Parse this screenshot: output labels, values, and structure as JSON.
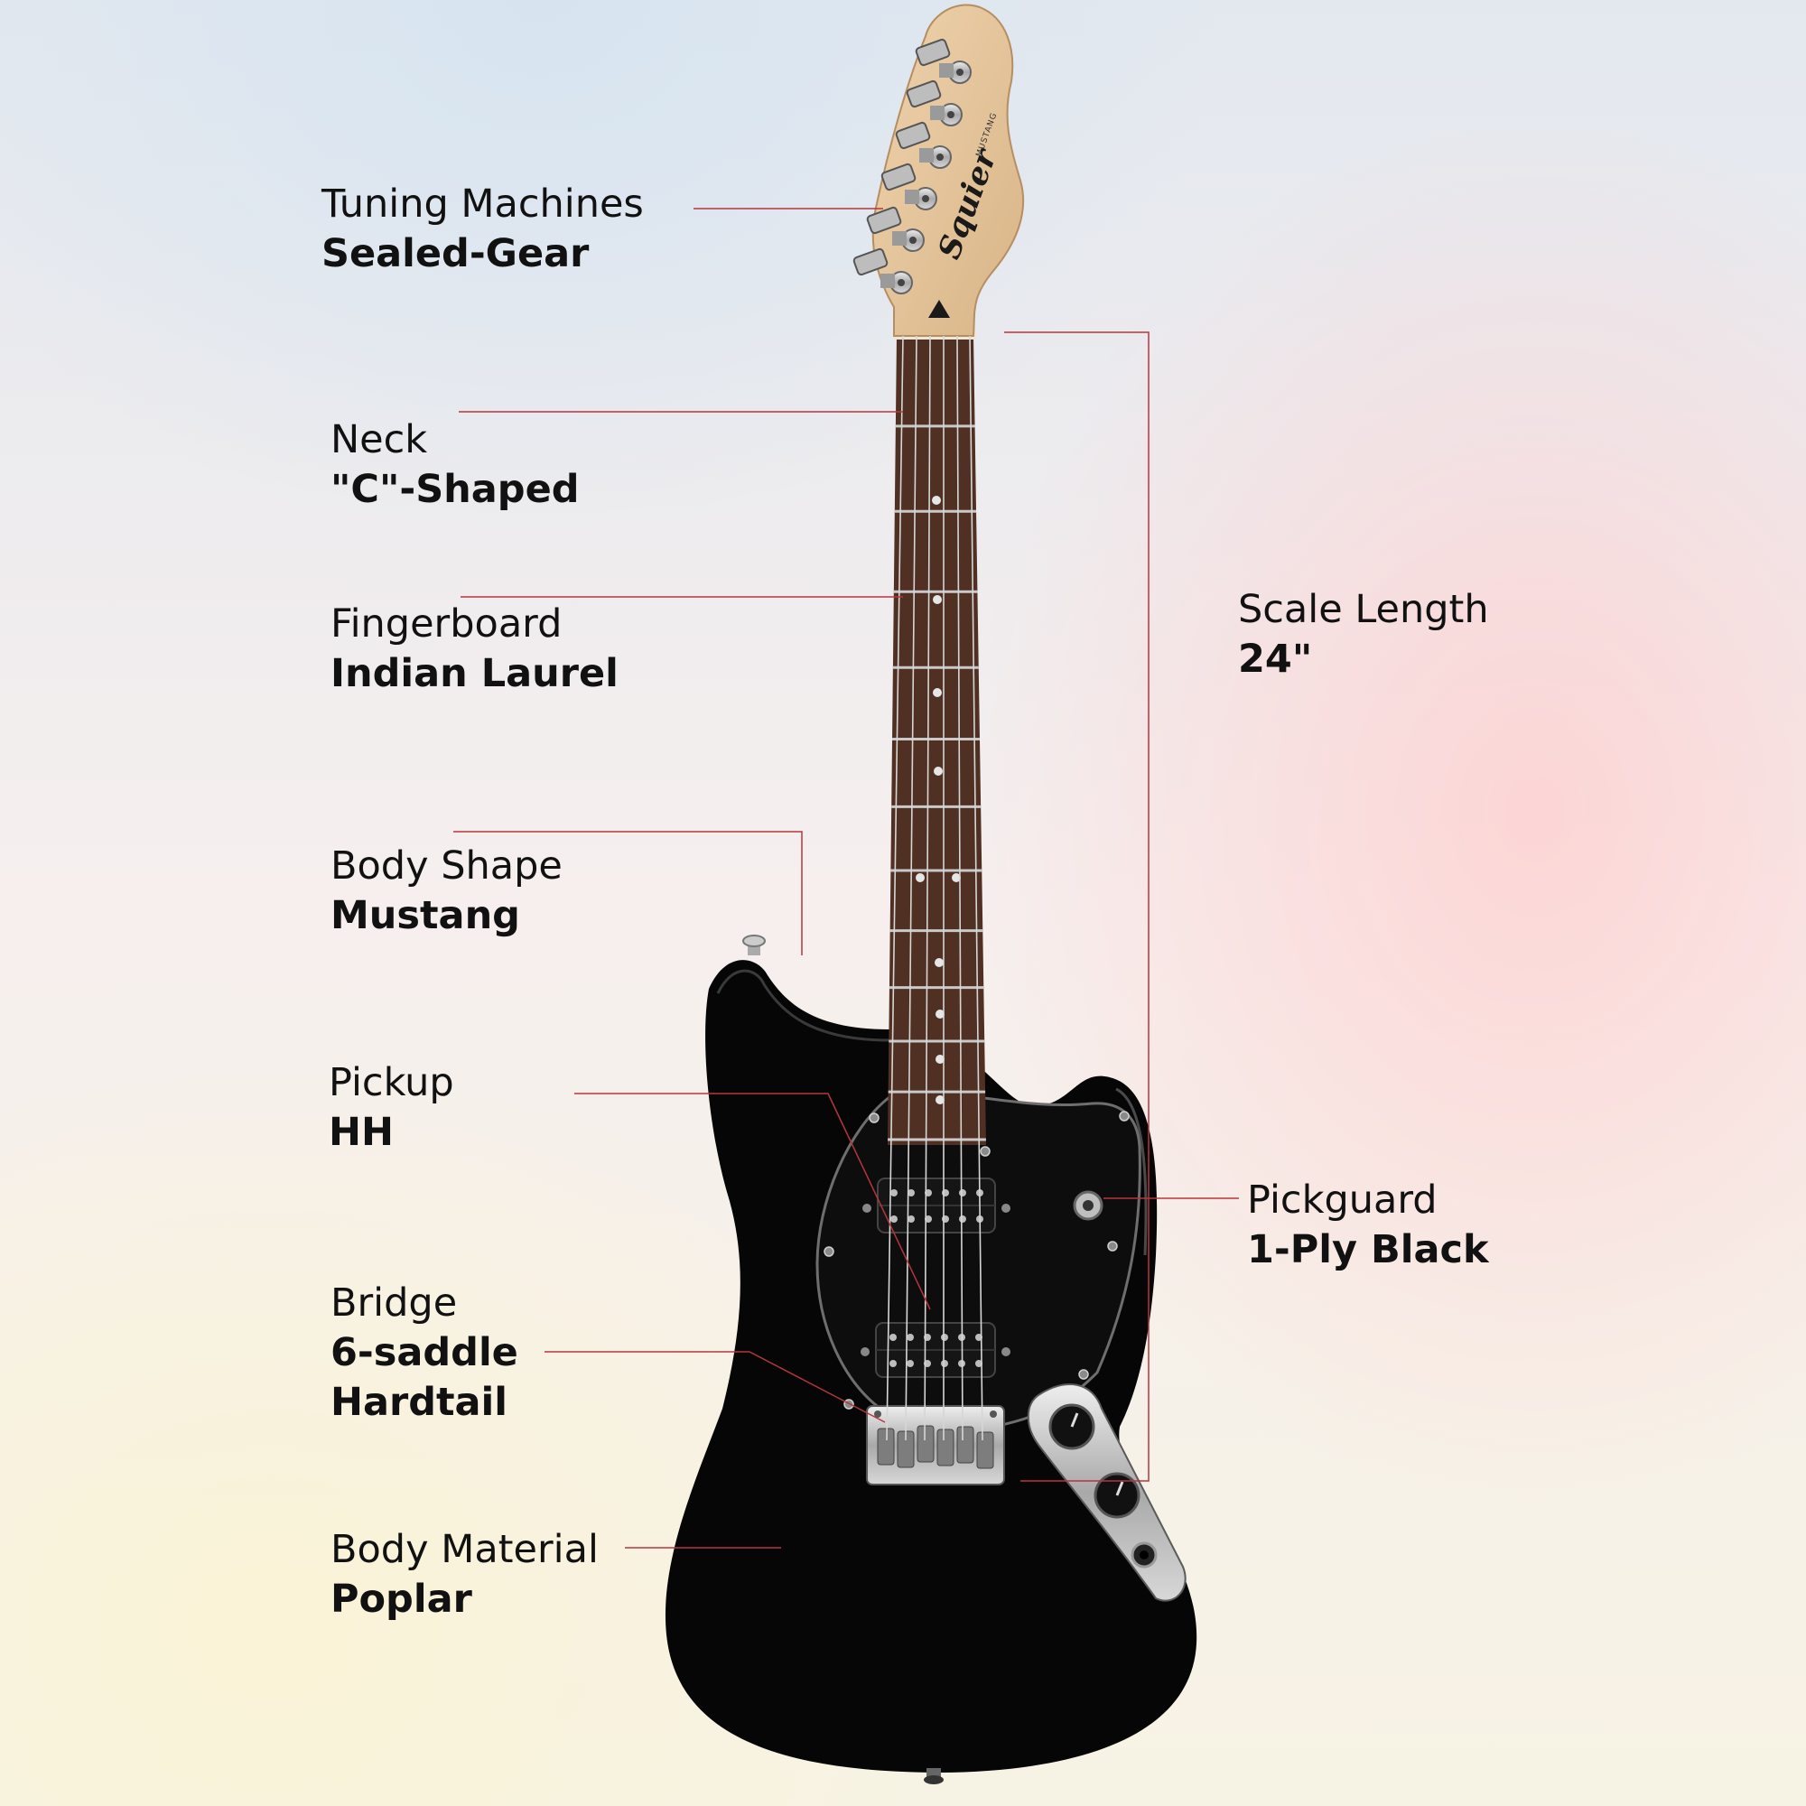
{
  "brand_text": "Squier",
  "model_text": "MUSTANG",
  "accent_color": "#b5363d",
  "body_color": "#060606",
  "fingerboard_color": "#4f3022",
  "headstock_color": "#e2c199",
  "specs": [
    {
      "id": "tuning",
      "title": "Tuning Machines",
      "value": "Sealed-Gear"
    },
    {
      "id": "neck",
      "title": "Neck",
      "value": "\"C\"-Shaped"
    },
    {
      "id": "fingerboard",
      "title": "Fingerboard",
      "value": "Indian Laurel"
    },
    {
      "id": "body-shape",
      "title": "Body Shape",
      "value": "Mustang"
    },
    {
      "id": "pickup",
      "title": "Pickup",
      "value": "HH"
    },
    {
      "id": "bridge",
      "title": "Bridge",
      "value": "6-saddle",
      "value2": "Hardtail"
    },
    {
      "id": "body-material",
      "title": "Body Material",
      "value": "Poplar"
    },
    {
      "id": "scale",
      "title": "Scale Length",
      "value": "24\""
    },
    {
      "id": "pickguard",
      "title": "Pickguard",
      "value": "1-Ply Black"
    }
  ]
}
